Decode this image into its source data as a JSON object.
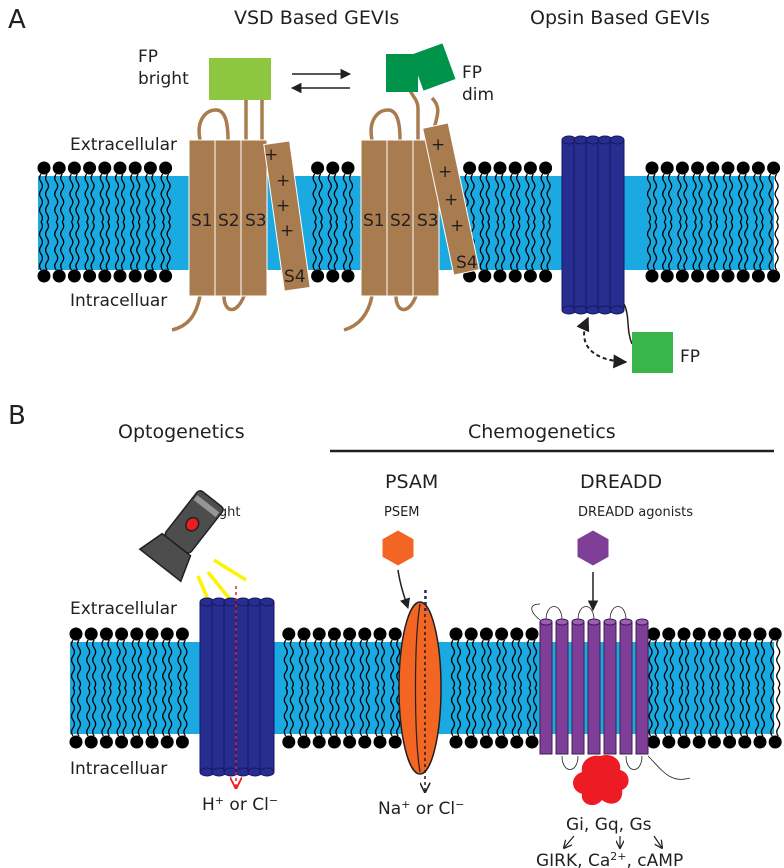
{
  "panel_a": {
    "letter": "A",
    "vsd_title": "VSD Based GEVIs",
    "opsin_title": "Opsin Based GEVIs",
    "fp_bright_line1": "FP",
    "fp_bright_line2": "bright",
    "fp_dim_line1": "FP",
    "fp_dim_line2": "dim",
    "extracellular": "Extracellular",
    "intracellular": "Intracelluar",
    "segments": [
      "S1",
      "S2",
      "S3",
      "S4"
    ],
    "charge_symbol": "+",
    "fp_label": "FP"
  },
  "panel_b": {
    "letter": "B",
    "optogenetics": "Optogenetics",
    "chemogenetics": "Chemogenetics",
    "psam": "PSAM",
    "dreadd": "DREADD",
    "light": "Light",
    "psem": "PSEM",
    "dreadd_agonists": "DREADD agonists",
    "extracellular": "Extracellular",
    "intracellular": "Intracelluar",
    "ion_opto_h": "H",
    "ion_opto_sup": "+",
    "ion_opto_rest": " or Cl",
    "ion_opto_minus": "−",
    "ion_psam_na": "Na",
    "ion_psam_sup": "+",
    "ion_psam_rest": " or Cl",
    "ion_psam_minus": "−",
    "g_proteins": "Gi, Gq, Gs",
    "eff_girk": "GIRK,",
    "eff_ca": "Ca",
    "eff_ca_sup": "2+",
    "eff_ca_comma": ",",
    "eff_camp": "cAMP"
  },
  "colors": {
    "membrane": "#1ba9e1",
    "brown": "#a97c50",
    "navy": "#262f8f",
    "fp_bright": "#8dc63f",
    "fp_dim": "#00934a",
    "fp_opsin": "#39b54a",
    "orange": "#f26522",
    "purple": "#7f3f98",
    "red": "#ed1c24"
  }
}
